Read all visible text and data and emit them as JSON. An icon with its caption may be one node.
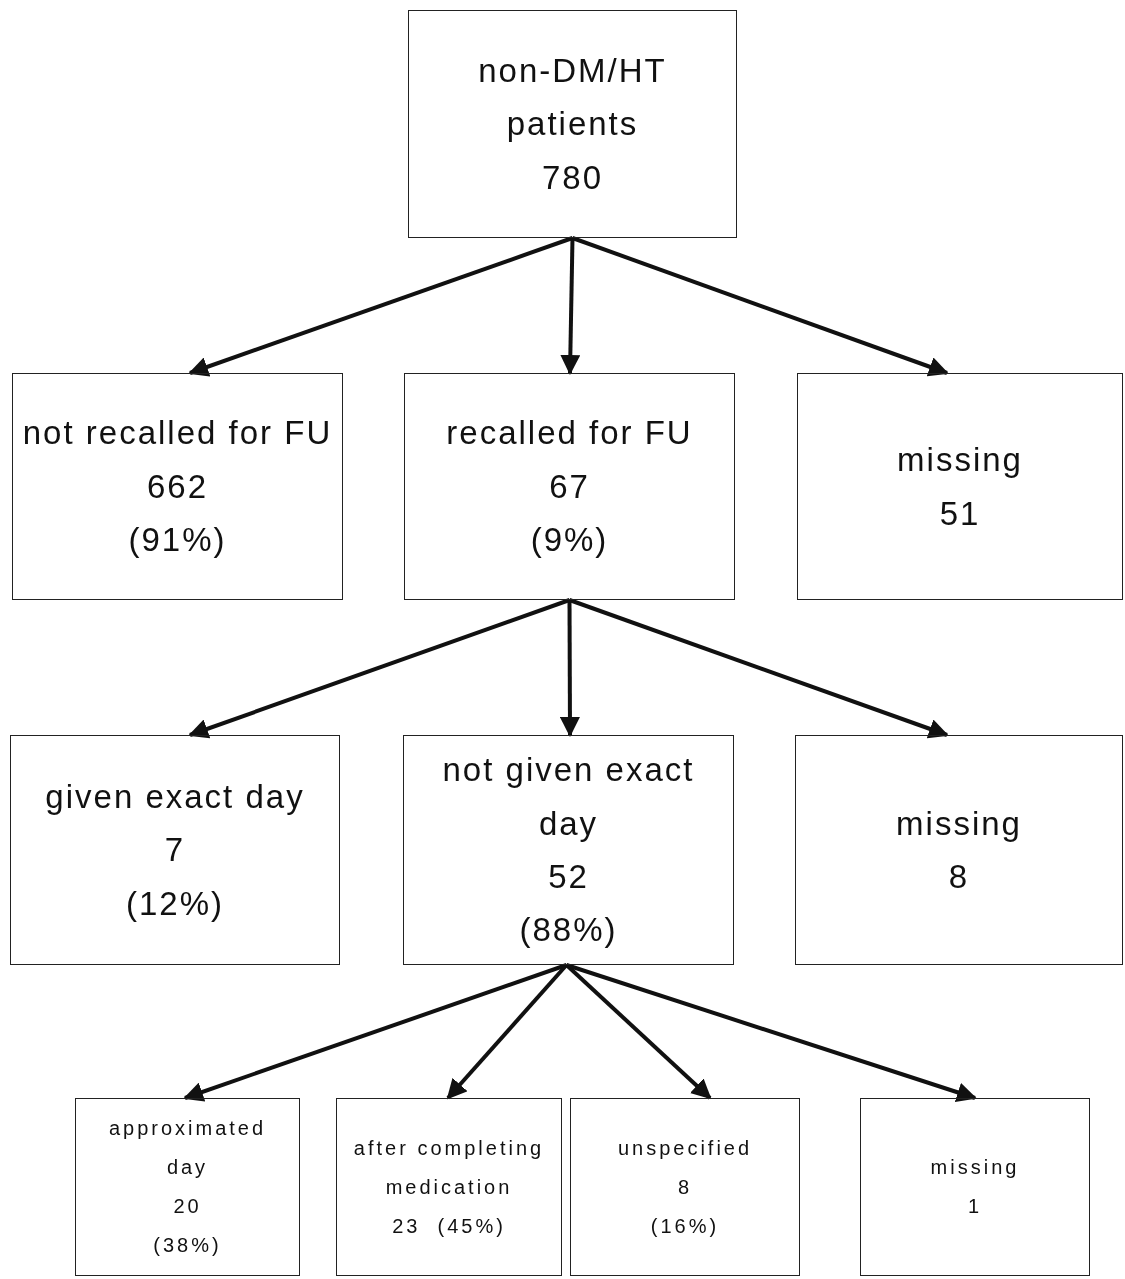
{
  "diagram": {
    "nodes": [
      {
        "text": [
          "non-DM/HT patients",
          "780"
        ]
      },
      {
        "text": [
          "not recalled for FU",
          "662",
          "(91%)"
        ]
      },
      {
        "text": [
          "recalled for FU",
          "67",
          "(9%)"
        ]
      },
      {
        "text": [
          "missing",
          "51"
        ]
      },
      {
        "text": [
          "given exact day",
          "7",
          "(12%)"
        ]
      },
      {
        "text": [
          "not given exact day",
          "52",
          "(88%)"
        ]
      },
      {
        "text": [
          "missing",
          "8"
        ]
      },
      {
        "text": [
          "approximated day",
          "20",
          "(38%)"
        ]
      },
      {
        "text": [
          "after completing medication",
          "23  (45%)"
        ]
      },
      {
        "text": [
          "unspecified",
          "8",
          "(16%)"
        ]
      },
      {
        "text": [
          "missing",
          "1"
        ]
      }
    ],
    "edges": [
      {
        "from": 0,
        "to": 1,
        "arrow": "to"
      },
      {
        "from": 0,
        "to": 2,
        "arrow": "to"
      },
      {
        "from": 0,
        "to": 3,
        "arrow": "to"
      },
      {
        "from": 2,
        "to": 4,
        "arrow": "to"
      },
      {
        "from": 2,
        "to": 5,
        "arrow": "to"
      },
      {
        "from": 2,
        "to": 6,
        "arrow": "to"
      },
      {
        "from": 5,
        "to": 7,
        "arrow": "to"
      },
      {
        "from": 5,
        "to": 8,
        "arrow": "to"
      },
      {
        "from": 5,
        "to": 9,
        "arrow": "to"
      },
      {
        "from": 5,
        "to": 10,
        "arrow": "to"
      }
    ]
  }
}
